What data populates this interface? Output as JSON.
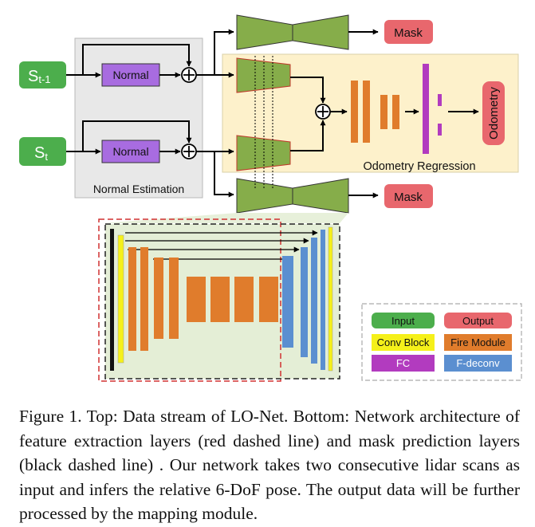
{
  "inputs": {
    "s_prev": "S",
    "s_prev_sub": "t-1",
    "s_curr": "S",
    "s_curr_sub": "t"
  },
  "normal_block_label": "Normal",
  "normal_estimation_label": "Normal Estimation",
  "odometry_regression_label": "Odometry Regression",
  "odometry_output_label": "Odometry",
  "mask_label": "Mask",
  "legend": {
    "input": "Input",
    "output": "Output",
    "conv_block": "Conv Block",
    "fire_module": "Fire Module",
    "fc": "FC",
    "f_deconv": "F-deconv"
  },
  "colors": {
    "input": "#4cae4c",
    "output": "#e8676d",
    "conv_block": "#f5f01a",
    "fire_module": "#e07c2c",
    "fc": "#b23bbf",
    "f_deconv": "#5b8fd0",
    "encoder": "#86ad4a",
    "normal": "#a86ce0"
  },
  "caption": "Figure 1. Top: Data stream of LO-Net. Bottom: Network architecture of feature extraction layers (red dashed line) and mask prediction layers (black dashed line) . Our network takes two consecutive lidar scans as input and infers the relative 6-DoF pose. The output data will be further processed by the mapping module."
}
